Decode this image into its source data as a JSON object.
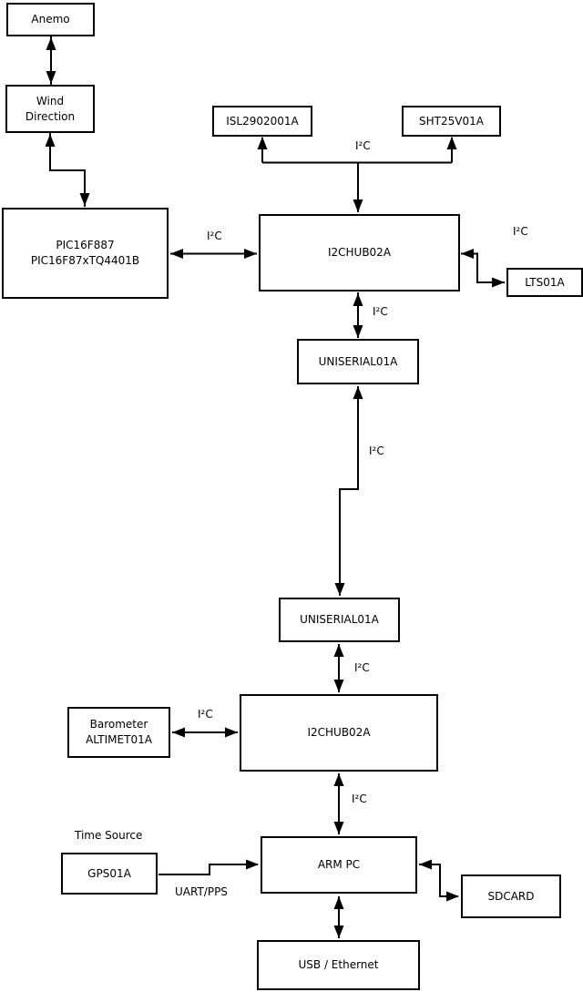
{
  "diagram": {
    "nodes": {
      "anemo": {
        "label": "Anemo"
      },
      "wind_direction": {
        "line1": "Wind",
        "line2": "Direction"
      },
      "pic": {
        "line1": "PIC16F887",
        "line2": "PIC16F87xTQ4401B"
      },
      "isl": {
        "label": "ISL2902001A"
      },
      "sht": {
        "label": "SHT25V01A"
      },
      "hub1": {
        "label": "I2CHUB02A"
      },
      "lts": {
        "label": "LTS01A"
      },
      "uniserial1": {
        "label": "UNISERIAL01A"
      },
      "uniserial2": {
        "label": "UNISERIAL01A"
      },
      "hub2": {
        "label": "I2CHUB02A"
      },
      "barometer": {
        "line1": "Barometer",
        "line2": "ALTIMET01A"
      },
      "gps": {
        "label": "GPS01A"
      },
      "arm_pc": {
        "label": "ARM PC"
      },
      "sdcard": {
        "label": "SDCARD"
      },
      "usb_ethernet": {
        "label": "USB / Ethernet"
      }
    },
    "edge_labels": {
      "i2c_sensors": "I²C",
      "i2c_pic_hub1": "I²C",
      "i2c_hub1_lts": "I²C",
      "i2c_hub1_uniserial1": "I²C",
      "i2c_uniserial1_uniserial2": "I²C",
      "i2c_uniserial2_hub2": "I²C",
      "i2c_barometer_hub2": "I²C",
      "i2c_hub2_armpc": "I²C",
      "time_source": "Time Source",
      "uart_pps": "UART/PPS"
    },
    "colors": {
      "line": "#000000",
      "background": "#ffffff",
      "box_fill": "#ffffff"
    }
  }
}
